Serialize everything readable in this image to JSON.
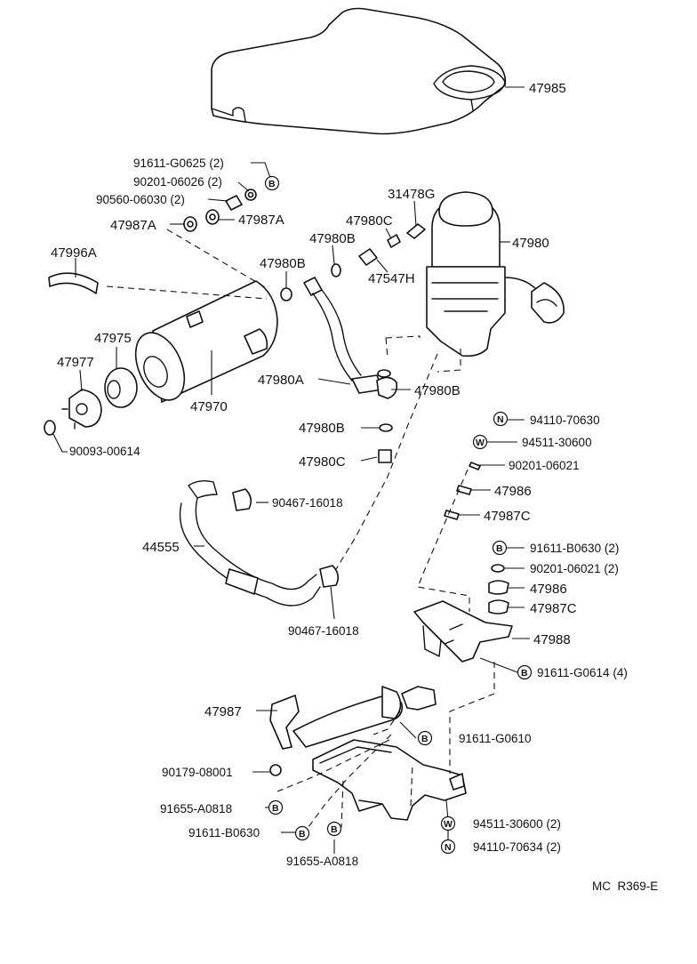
{
  "footer": {
    "code": "MC  R369-E"
  },
  "parts": [
    {
      "id": "p47985",
      "number": "47985"
    },
    {
      "id": "p91611G0625",
      "number": "91611-G0625 (2)"
    },
    {
      "id": "p9020106026",
      "number": "90201-06026 (2)",
      "badge": "B"
    },
    {
      "id": "p9056006030",
      "number": "90560-06030 (2)"
    },
    {
      "id": "p47987Aleft",
      "number": "47987A"
    },
    {
      "id": "p47987Aright",
      "number": "47987A"
    },
    {
      "id": "p31478G",
      "number": "31478G"
    },
    {
      "id": "p47980C_top",
      "number": "47980C"
    },
    {
      "id": "p47980B_top",
      "number": "47980B"
    },
    {
      "id": "p47980",
      "number": "47980"
    },
    {
      "id": "p47547H",
      "number": "47547H"
    },
    {
      "id": "p47996A",
      "number": "47996A"
    },
    {
      "id": "p47980B_mid",
      "number": "47980B"
    },
    {
      "id": "p47975",
      "number": "47975"
    },
    {
      "id": "p47977",
      "number": "47977"
    },
    {
      "id": "p47970",
      "number": "47970"
    },
    {
      "id": "p47980A",
      "number": "47980A"
    },
    {
      "id": "p47980B_right",
      "number": "47980B"
    },
    {
      "id": "p9009300614",
      "number": "90093-00614"
    },
    {
      "id": "p47980B_low",
      "number": "47980B"
    },
    {
      "id": "p47980C_low",
      "number": "47980C"
    },
    {
      "id": "p9411070630",
      "number": "94110-70630",
      "badge": "N"
    },
    {
      "id": "p9451130600",
      "number": "94511-30600",
      "badge": "W"
    },
    {
      "id": "p9020106021a",
      "number": "90201-06021"
    },
    {
      "id": "p47986a",
      "number": "47986"
    },
    {
      "id": "p47987Ca",
      "number": "47987C"
    },
    {
      "id": "p9046716018a",
      "number": "90467-16018"
    },
    {
      "id": "p44555",
      "number": "44555"
    },
    {
      "id": "p91611B0630",
      "number": "91611-B0630 (2)",
      "badge": "B"
    },
    {
      "id": "p9020106021b",
      "number": "90201-06021 (2)"
    },
    {
      "id": "p47986b",
      "number": "47986"
    },
    {
      "id": "p47987Cb",
      "number": "47987C"
    },
    {
      "id": "p9046716018b",
      "number": "90467-16018"
    },
    {
      "id": "p47988",
      "number": "47988"
    },
    {
      "id": "p91611G0614",
      "number": "91611-G0614 (4)",
      "badge": "B"
    },
    {
      "id": "p47987",
      "number": "47987"
    },
    {
      "id": "p91611G0610",
      "number": "91611-G0610",
      "badge": "B"
    },
    {
      "id": "p9017908001",
      "number": "90179-08001"
    },
    {
      "id": "p91655A0818a",
      "number": "91655-A0818",
      "badge": "B"
    },
    {
      "id": "p91611B0630b",
      "number": "91611-B0630",
      "badge": "B"
    },
    {
      "id": "p91655A0818b",
      "number": "91655-A0818",
      "badge": "B"
    },
    {
      "id": "p9451130600b",
      "number": "94511-30600 (2)",
      "badge": "W"
    },
    {
      "id": "p9411070634",
      "number": "94110-70634 (2)",
      "badge": "N"
    }
  ]
}
